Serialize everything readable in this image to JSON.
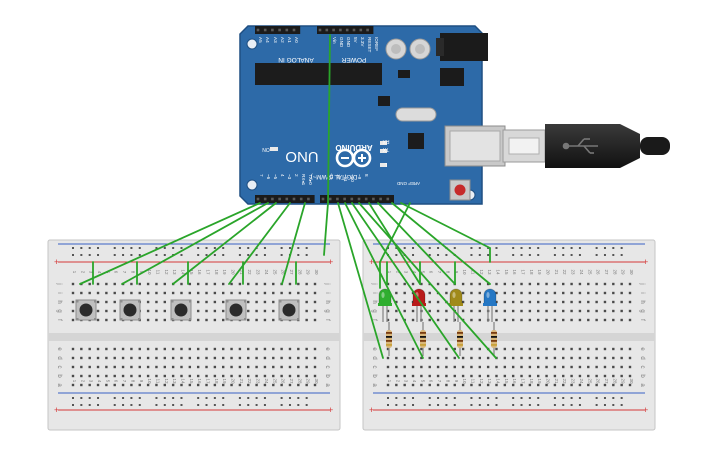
{
  "arduino": {
    "brand": "ARDUINO",
    "model": "UNO",
    "logo_symbol": "∞",
    "power_header": "POWER",
    "analog_header": "ANALOG IN",
    "digital_header": "DIGITAL (PWM~)",
    "on_label": "ON",
    "tx_label": "TX",
    "rx_label": "RX",
    "l_label": "L",
    "aref_label": "AREF",
    "gnd_label": "GND",
    "analog_pins": [
      "A0",
      "A1",
      "A2",
      "A3",
      "A4",
      "A5"
    ],
    "power_pins": [
      "IOREF",
      "RESET",
      "3.3V",
      "5V",
      "GND",
      "GND",
      "Vin"
    ],
    "digital_pins": [
      "TX▸0",
      "RX◂1",
      "2",
      "~3",
      "4",
      "~5",
      "~6",
      "7",
      "8",
      "~9",
      "~10",
      "~11",
      "12",
      "13"
    ],
    "board_color": "#2d6aa8",
    "usb_symbol": "usb-icon"
  },
  "breadboards": {
    "columns": 30,
    "row_letters_top": [
      "j",
      "i",
      "h",
      "g",
      "f"
    ],
    "row_letters_bottom": [
      "e",
      "d",
      "c",
      "b",
      "a"
    ],
    "rail_plus": "+",
    "rail_minus": "-",
    "wire_color": "#2aa52a"
  },
  "leds": [
    {
      "color_name": "green",
      "color": "#2fae2f"
    },
    {
      "color_name": "red",
      "color": "#b81a1a"
    },
    {
      "color_name": "yellow",
      "color": "#a08a1a"
    },
    {
      "color_name": "blue",
      "color": "#2577c4"
    }
  ],
  "button_count": 5,
  "resistor_count": 4
}
